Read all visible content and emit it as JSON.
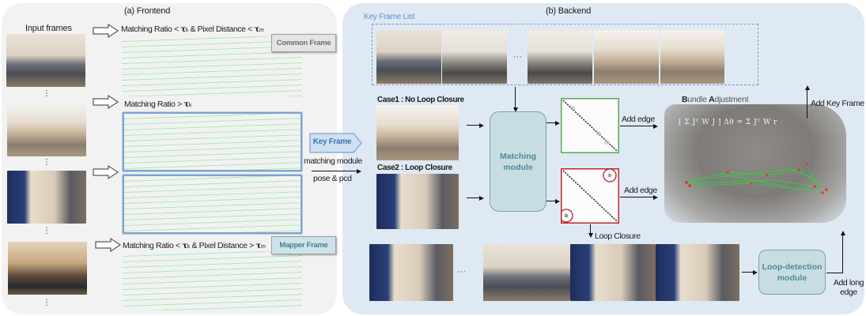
{
  "frontend": {
    "title": "(a)  Frontend",
    "input_frames_label": "Input frames",
    "vdots": "⋮",
    "rules": [
      {
        "prefix": "Matching Ratio < ",
        "tau1": "τ",
        "sub1": "k",
        "mid": " & Pixel Distance < ",
        "tau2": "τ",
        "sub2": "m"
      },
      {
        "prefix": "Matching Ratio > ",
        "tau1": "τ",
        "sub1": "k"
      },
      {
        "prefix": "Matching Ratio < ",
        "tau1": "τ",
        "sub1": "k",
        "mid": " & Pixel Distance > ",
        "tau2": "τ",
        "sub2": "m"
      }
    ],
    "tags": {
      "common": "Common Frame",
      "key": "Key Frame",
      "mapper": "Mapper Frame"
    },
    "keyframe_arrow": {
      "top_label": "matching module",
      "bottom_label": "pose & pcd"
    }
  },
  "backend": {
    "title": "(b)  Backend",
    "key_frame_list_label": "Key Frame List",
    "ellipsis": "···",
    "case1_label": "Case1 : No Loop Closure",
    "case2_label": "Case2 : Loop Closure",
    "matching_module": "Matching module",
    "add_edge_1": "Add edge",
    "add_edge_2": "Add edge",
    "loop_closure_label": "Loop Closure",
    "loop_detection_module": "Loop-detection module",
    "add_long_edge": "Add long edge",
    "add_key_frame": "Add Key Frame",
    "bundle_adjustment": {
      "b": "B",
      "undle": "undle ",
      "a": "A",
      "djustment": "djustment"
    },
    "ba_equation": "[ Σ Jᵀ W J ] Δθ = Σ Jᵀ W r"
  },
  "colors": {
    "frontend_bg": "#f2f2f2",
    "backend_bg": "#dfe9f4",
    "keyframe_border": "#7ba3cf",
    "module_fill": "#c7dde2",
    "module_text": "#4f8a99",
    "matrix_case1": "#5aa94f",
    "matrix_case2": "#c0272d",
    "match_lines": "#96e6a0",
    "kf_list_dash": "#6f9ccc"
  }
}
